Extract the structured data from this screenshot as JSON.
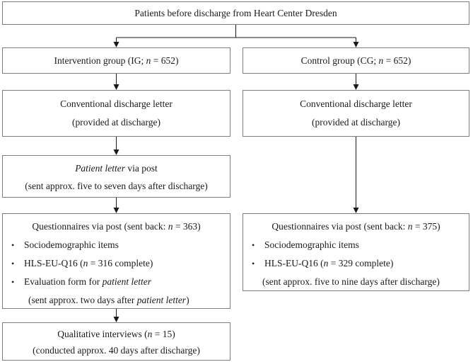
{
  "colors": {
    "background": "#ffffff",
    "box_border": "#7d7d7d",
    "connector": "#1a1a1a",
    "text": "#1a1a1a"
  },
  "bullet": "•",
  "top_box": {
    "label": "Patients before discharge from Heart Center Dresden"
  },
  "ig": {
    "group": {
      "pre": "Intervention group (IG; ",
      "n": "n",
      "post": " = 652)"
    },
    "conventional": {
      "line1": "Conventional discharge letter",
      "line2": "(provided at discharge)"
    },
    "letter": {
      "title_italic": "Patient letter",
      "title_rest": " via post",
      "line2": "(sent approx. five to seven days after discharge)"
    },
    "questionnaires": {
      "title_pre": "Questionnaires via post (sent back: ",
      "title_n": "n",
      "title_post": " = 363)",
      "bullet1": "Sociodemographic items",
      "bullet2_pre": "HLS-EU-Q16 (",
      "bullet2_n": "n",
      "bullet2_post": " = 316 complete)",
      "bullet3_pre": "Evaluation form for ",
      "bullet3_italic": "patient letter",
      "note_pre": "(sent approx. two days after ",
      "note_italic": "patient letter",
      "note_post": ")"
    },
    "qualitative": {
      "title_pre": "Qualitative interviews (",
      "title_n": "n",
      "title_post": " = 15)",
      "line2": "(conducted approx. 40 days after discharge)"
    }
  },
  "cg": {
    "group": {
      "pre": "Control group (CG; ",
      "n": "n",
      "post": " = 652)"
    },
    "conventional": {
      "line1": "Conventional discharge letter",
      "line2": "(provided at discharge)"
    },
    "questionnaires": {
      "title_pre": "Questionnaires via post (sent back: ",
      "title_n": "n",
      "title_post": " = 375)",
      "bullet1": "Sociodemographic items",
      "bullet2_pre": "HLS-EU-Q16 (",
      "bullet2_n": "n",
      "bullet2_post": " = 329 complete)",
      "note": "(sent approx. five to nine days after discharge)"
    }
  }
}
